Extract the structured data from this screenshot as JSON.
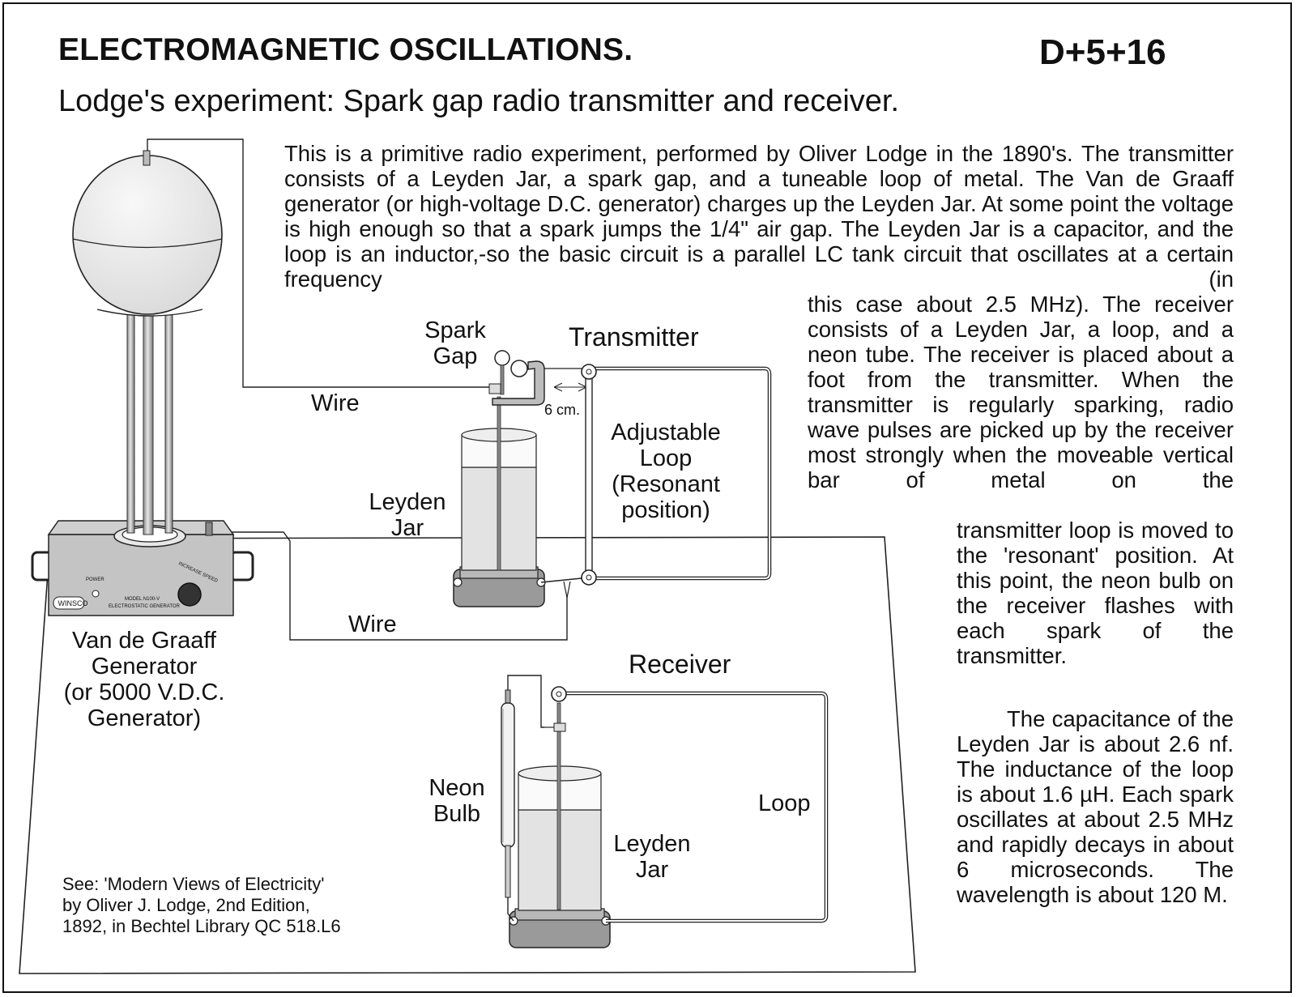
{
  "header": {
    "title": "ELECTROMAGNETIC OSCILLATIONS.",
    "code": "D+5+16",
    "subtitle": "Lodge's experiment: Spark gap radio transmitter and receiver."
  },
  "description": {
    "para1_block1": "This is a primitive radio experiment, performed by Oliver Lodge in the 1890's. The transmitter consists of a Leyden Jar, a spark gap, and a tuneable loop of metal. The Van de Graaff generator (or high-voltage D.C. generator) charges up the Leyden Jar. At some point the voltage is high enough so that a spark jumps the 1/4\" air gap. The Leyden Jar is a capacitor, and the loop is an inductor,-so the basic circuit is a parallel LC tank circuit that oscillates at a certain frequency (in",
    "para1_block2": "this case about 2.5 MHz). The receiver consists of a Leyden Jar, a loop, and a neon tube. The receiver is placed about a foot from the transmitter. When the transmitter is regularly sparking, radio wave pulses are picked up by the receiver most strongly when the moveable vertical bar of metal on the",
    "para1_block3": "transmitter loop is moved to the 'resonant' position. At this point, the neon bulb on the receiver flashes with each spark of the transmitter.",
    "para2": "The capacitance of the Leyden Jar is about 2.6 nf. The inductance of the loop is about 1.6 µH. Each spark oscillates at about 2.5 MHz and rapidly decays in about 6 microseconds. The wavelength is about 120 M."
  },
  "labels": {
    "spark_gap": [
      "Spark",
      "Gap"
    ],
    "transmitter": "Transmitter",
    "wire_top": "Wire",
    "gap_distance": "6 cm.",
    "adjustable_loop": [
      "Adjustable",
      "Loop",
      "(Resonant",
      "position)"
    ],
    "leyden_jar_tx": [
      "Leyden",
      "Jar"
    ],
    "wire_bottom": "Wire",
    "generator": [
      "Van de Graaff",
      "Generator",
      "(or 5000 V.D.C.",
      "Generator)"
    ],
    "receiver": "Receiver",
    "neon_bulb": [
      "Neon",
      "Bulb"
    ],
    "loop_rx": "Loop",
    "leyden_jar_rx": [
      "Leyden",
      "Jar"
    ]
  },
  "generator_panel": {
    "brand": "WINSCO",
    "power": "POWER",
    "speed": "INCREASE SPEED",
    "model": "MODEL N100-V",
    "type": "ELECTROSTATIC GENERATOR"
  },
  "reference": {
    "lines": [
      "See: 'Modern Views of Electricity'",
      "by Oliver J. Lodge, 2nd Edition,",
      "1892, in Bechtel Library  QC 518.L6"
    ]
  }
}
